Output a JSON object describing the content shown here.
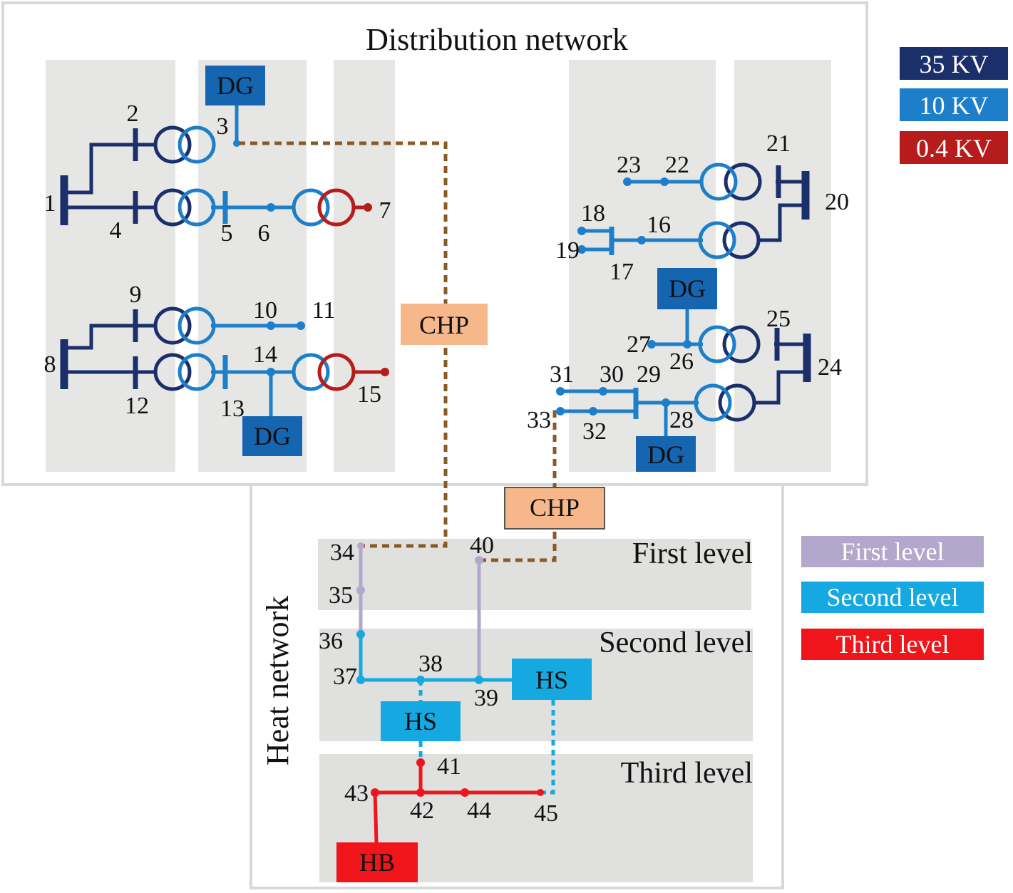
{
  "diagram": {
    "distribution_title": "Distribution network",
    "heat_title": "Heat network",
    "voltage_legend": [
      {
        "label": "35 KV",
        "color": "#1b2f6b"
      },
      {
        "label": "10 KV",
        "color": "#1d7fc9"
      },
      {
        "label": "0.4 KV",
        "color": "#b71c1c"
      }
    ],
    "level_legend": [
      {
        "label": "First level",
        "color": "#b2a8cc"
      },
      {
        "label": "Second level",
        "color": "#16a8e0"
      },
      {
        "label": "Third level",
        "color": "#f0141b"
      }
    ],
    "level_titles": [
      "First level",
      "Second level",
      "Third level"
    ],
    "boxes": {
      "dg": "DG",
      "chp": "CHP",
      "hs": "HS",
      "hb": "HB"
    },
    "nodes": [
      "1",
      "2",
      "3",
      "4",
      "5",
      "6",
      "7",
      "8",
      "9",
      "10",
      "11",
      "12",
      "13",
      "14",
      "15",
      "16",
      "17",
      "18",
      "19",
      "20",
      "21",
      "22",
      "23",
      "24",
      "25",
      "26",
      "27",
      "28",
      "29",
      "30",
      "31",
      "32",
      "33",
      "34",
      "35",
      "36",
      "37",
      "38",
      "39",
      "40",
      "41",
      "42",
      "43",
      "44",
      "45"
    ],
    "colors": {
      "kv35": "#1b2f6b",
      "kv10": "#1d7fc9",
      "kv04": "#b71c1c",
      "link": "#8b5a24",
      "dg_box": "#1565b0",
      "chp_box": "#f6b88a",
      "first": "#b2a8cc",
      "second": "#16a8e0",
      "third": "#f0141b"
    }
  }
}
